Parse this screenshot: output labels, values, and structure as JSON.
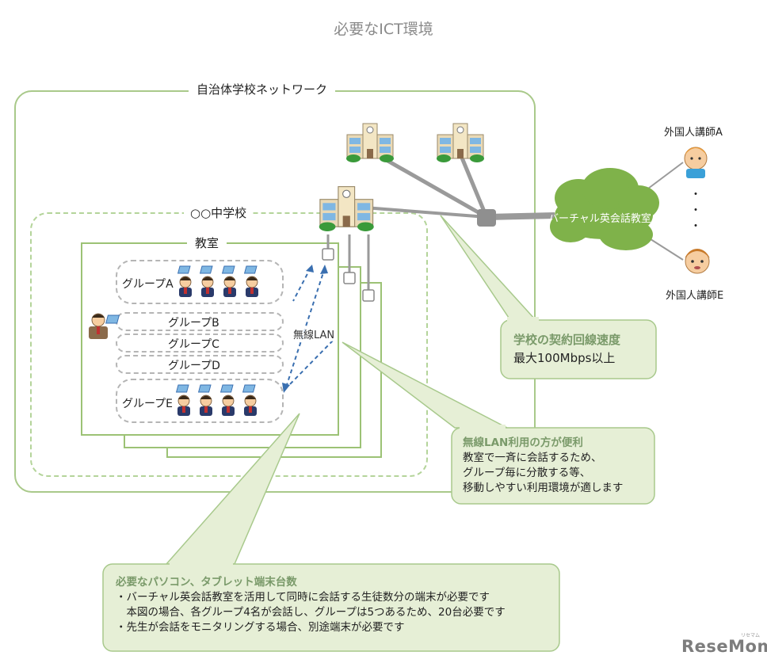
{
  "title": "必要なICT環境",
  "network_label": "自治体学校ネットワーク",
  "school_label": "○○中学校",
  "classroom_label": "教室",
  "groups": [
    "グループA",
    "グループB",
    "グループC",
    "グループD",
    "グループE"
  ],
  "wireless_label": "無線LAN",
  "cloud_label": "バーチャル英会話教室",
  "teachers": {
    "first": "外国人講師A",
    "last": "外国人講師E",
    "ellipsis": "・"
  },
  "callout_speed": {
    "head": "学校の契約回線速度",
    "body": "最大100Mbps以上"
  },
  "callout_wireless": {
    "head": "無線LAN利用の方が便利",
    "lines": [
      "教室で一斉に会話するため、",
      "グループ毎に分散する等、",
      "移動しやすい利用環境が適します"
    ]
  },
  "callout_devices": {
    "head": "必要なパソコン、タブレット端末台数",
    "lines": [
      "・バーチャル英会話教室を活用して同時に会話する生徒数分の端末が必要です",
      "　本図の場合、各グループ4名が会話し、グループは5つあるため、20台必要です",
      "・先生が会話をモニタリングする場合、別途端末が必要です"
    ]
  },
  "logo": "ReseMom",
  "logo_sub": "リセマム",
  "colors": {
    "frame_green": "#a9c98a",
    "callout_fill": "#e6efd6",
    "callout_stroke": "#a8c98c",
    "cloud_green": "#7fb24a",
    "wlan_blue": "#3a6fb0",
    "line_gray": "#9a9a9a"
  }
}
